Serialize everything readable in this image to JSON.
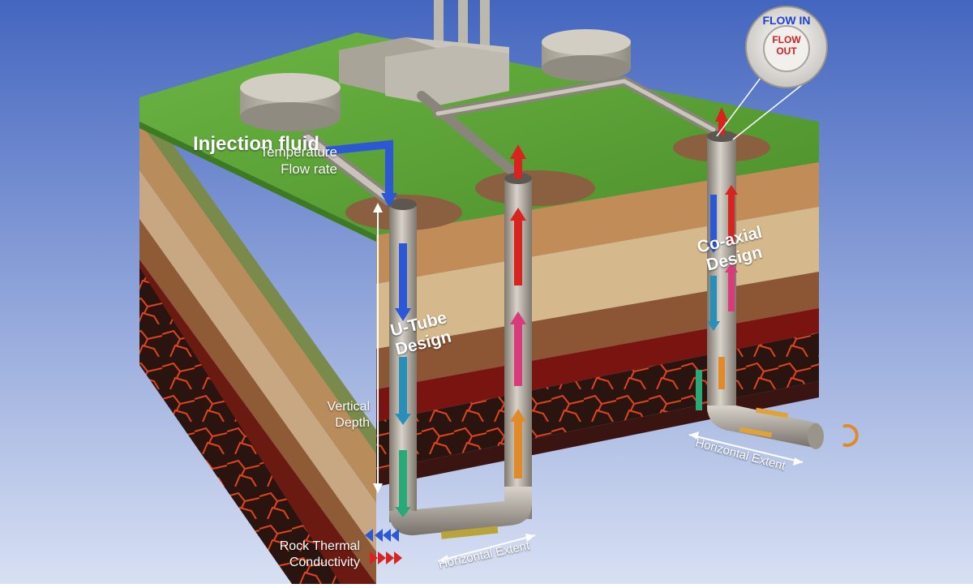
{
  "diagram": {
    "injection": {
      "title": "Injection fluid",
      "temperature": "Temperature",
      "flow_rate": "Flow rate"
    },
    "u_tube": {
      "line1": "U-Tube",
      "line2": "Design"
    },
    "coaxial": {
      "line1": "Co-axial",
      "line2": "Design"
    },
    "vertical_depth": {
      "line1": "Vertical",
      "line2": "Depth"
    },
    "horizontal_extent_u": "Horizontal Extent",
    "horizontal_extent_coax": "Horizontal Extent",
    "rock": {
      "line1": "Rock Thermal",
      "line2": "Conductivity"
    },
    "badge": {
      "flow_in": "FLOW IN",
      "flow_out_1": "FLOW",
      "flow_out_2": "OUT"
    },
    "colors": {
      "background_top": "#4c6fc4",
      "background_bottom": "#d6def2",
      "grass": "#5fa83a",
      "soil_light": "#c9a677",
      "soil_dark": "#7a4a2a",
      "magma": "#8a1410",
      "pipe": "#a9a398",
      "arrow_in": "#2c58d6",
      "arrow_out": "#d8241f"
    }
  }
}
